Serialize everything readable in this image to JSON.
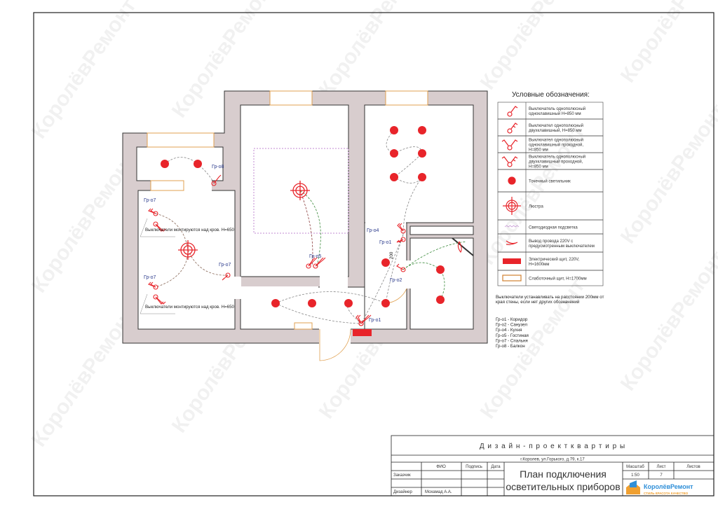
{
  "watermark": "КоролёвРемонт",
  "colors": {
    "wall": "#d8cdce",
    "light": "#e8242a",
    "label": "#2b3a8c",
    "led": "#c08ad0",
    "window": "#e0a050"
  },
  "plan": {
    "group_labels": [
      "Гр-о8",
      "Гр-о7",
      "Гр-о7",
      "Гр-о7",
      "Гр-о5",
      "Гр-о4",
      "Гр-о1",
      "Гр-о2",
      "Гр-о1"
    ],
    "dimension": "200",
    "notes": [
      "Выключатели монтируются над кров. Н=650",
      "Выключатели монтируются над кров. Н=650"
    ]
  },
  "legend": {
    "title": "Условные обозначения:",
    "items": [
      {
        "icon": "switch-single-icon",
        "text": [
          "Выключатель однополюсный",
          "одноклавишный Н=850 мм"
        ]
      },
      {
        "icon": "switch-double-icon",
        "text": [
          "Выключател однополюсный",
          "двухклавишный, Н=850 мм"
        ]
      },
      {
        "icon": "switch-pass-single-icon",
        "text": [
          "Выключател однополюсный",
          "одноклавишный проходной,",
          "Н=850 мм"
        ]
      },
      {
        "icon": "switch-pass-double-icon",
        "text": [
          "Выключатель однополюсный",
          "двухклавишный проходной,",
          "Н=850 мм"
        ]
      },
      {
        "icon": "spotlight-icon",
        "text": [
          "Точечный светильник"
        ]
      },
      {
        "icon": "chandelier-icon",
        "text": [
          "Люстра"
        ]
      },
      {
        "icon": "led-strip-icon",
        "text": [
          "Светодиодная подсветка"
        ]
      },
      {
        "icon": "wire-outlet-icon",
        "text": [
          "Вывод провода 220V с",
          "предусмотренным выключателем"
        ]
      },
      {
        "icon": "electric-panel-icon",
        "text": [
          "Электрический щит, 220V,",
          "Н=1600мм"
        ]
      },
      {
        "icon": "low-current-panel-icon",
        "text": [
          "Слаботочный щит, Н=1700мм"
        ]
      }
    ],
    "note": [
      "Выключатели устанавливать на расстоянии 200мм от",
      "края стены, если нет других обозначений"
    ],
    "groups": [
      "Гр-о1 - Коридор",
      "Гр-о2 - Санузел",
      "Гр-о4 - Кухня",
      "Гр-о5 - Гостиная",
      "Гр-о7 - Спальня",
      "Гр-о8 - Балкон"
    ]
  },
  "title_block": {
    "project": "Д и з а й н - п р о е к т   к в а р т и р ы",
    "address": "г.Королев, ул.Горького, д.79, к.17",
    "headers": [
      "ФИО",
      "Подпись",
      "Дата"
    ],
    "roles": [
      "Заказчик",
      "Дизайнер"
    ],
    "designer": "Мохамад А.А.",
    "sheet_title": [
      "План подключения",
      "осветительных приборов"
    ],
    "scale_label": "Масштаб",
    "sheet_label": "Лист",
    "sheets_label": "Листов",
    "scale": "1:50",
    "sheet": "7",
    "sheets": "",
    "logo_name": "КоролёвРемонт",
    "logo_slogan": "СТИЛЬ КРАСОТА КАЧЕСТВО"
  }
}
